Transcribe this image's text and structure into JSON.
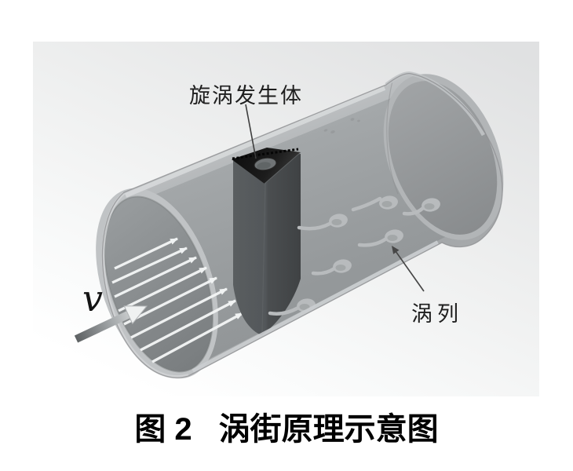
{
  "figure": {
    "caption": {
      "index_label": "图 2",
      "title": "涡街原理示意图"
    },
    "annotations": {
      "vortex_generator": "旋涡发生体",
      "inlet_velocity": "v",
      "vortex_street": "涡列"
    },
    "diagram": {
      "streamline_arrow_count": 8,
      "vortex_count": 6
    },
    "colors": {
      "background_shade": "#e8e9ea",
      "pipe_highlight": "#d6d8da",
      "pipe_body": "#aaadaf",
      "pipe_bore": "#979b9d",
      "end_cap": "#95989a",
      "bluff_body": "#4e5254",
      "bluff_body_top": "#161616",
      "vortex": "#b8bbbd",
      "flow_arrows": "#f5f7f7",
      "label_text": "#1e1e1e",
      "caption_text": "#000000"
    }
  }
}
